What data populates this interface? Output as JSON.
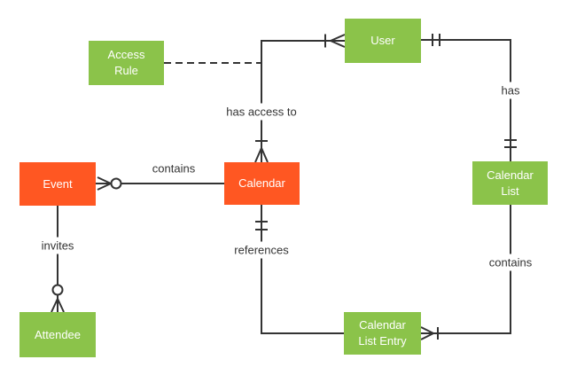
{
  "diagram_type": "entity-relationship",
  "colors": {
    "entity_orange": "#FF5722",
    "entity_green": "#8BC34A",
    "connector_line": "#333333",
    "label_text": "#333333",
    "entity_text": "#FFFFFF",
    "background": "#FFFFFF"
  },
  "entities": {
    "access_rule": {
      "label": "Access Rule",
      "color": "green"
    },
    "user": {
      "label": "User",
      "color": "green"
    },
    "event": {
      "label": "Event",
      "color": "orange"
    },
    "calendar": {
      "label": "Calendar",
      "color": "orange"
    },
    "calendar_list": {
      "label": "Calendar List",
      "color": "green"
    },
    "attendee": {
      "label": "Attendee",
      "color": "green"
    },
    "calendar_list_entry": {
      "label": "Calendar List Entry",
      "color": "green"
    }
  },
  "relationships": {
    "contains_events": {
      "label": "contains",
      "from": "Calendar",
      "to": "Event",
      "notation_at_event": "zero-or-many (circle + crow's foot)",
      "line_style": "solid"
    },
    "has_access_to": {
      "label": "has access to",
      "from": "Calendar",
      "to": "User",
      "notation_at_calendar": "one-or-many (bar + crow's foot)",
      "notation_at_user": "one-or-many (bar + crow's foot)",
      "line_style": "solid"
    },
    "access_rule_link": {
      "label": "",
      "from": "Access Rule",
      "to": "has access to relationship",
      "line_style": "dashed"
    },
    "has": {
      "label": "has",
      "from": "User",
      "to": "Calendar List",
      "notation_at_user": "one-and-only-one (double bar)",
      "notation_at_calendar_list": "one-and-only-one (double bar)",
      "line_style": "solid"
    },
    "contains_entries": {
      "label": "contains",
      "from": "Calendar List",
      "to": "Calendar List Entry",
      "notation_at_entry": "one-or-many (crow's foot + bar)",
      "line_style": "solid"
    },
    "references": {
      "label": "references",
      "from": "Calendar",
      "to": "Calendar List Entry",
      "notation_at_calendar": "one-and-only-one (double bar)",
      "line_style": "solid"
    },
    "invites": {
      "label": "invites",
      "from": "Event",
      "to": "Attendee",
      "notation_at_attendee": "zero-or-many (circle + crow's foot)",
      "line_style": "solid"
    }
  }
}
